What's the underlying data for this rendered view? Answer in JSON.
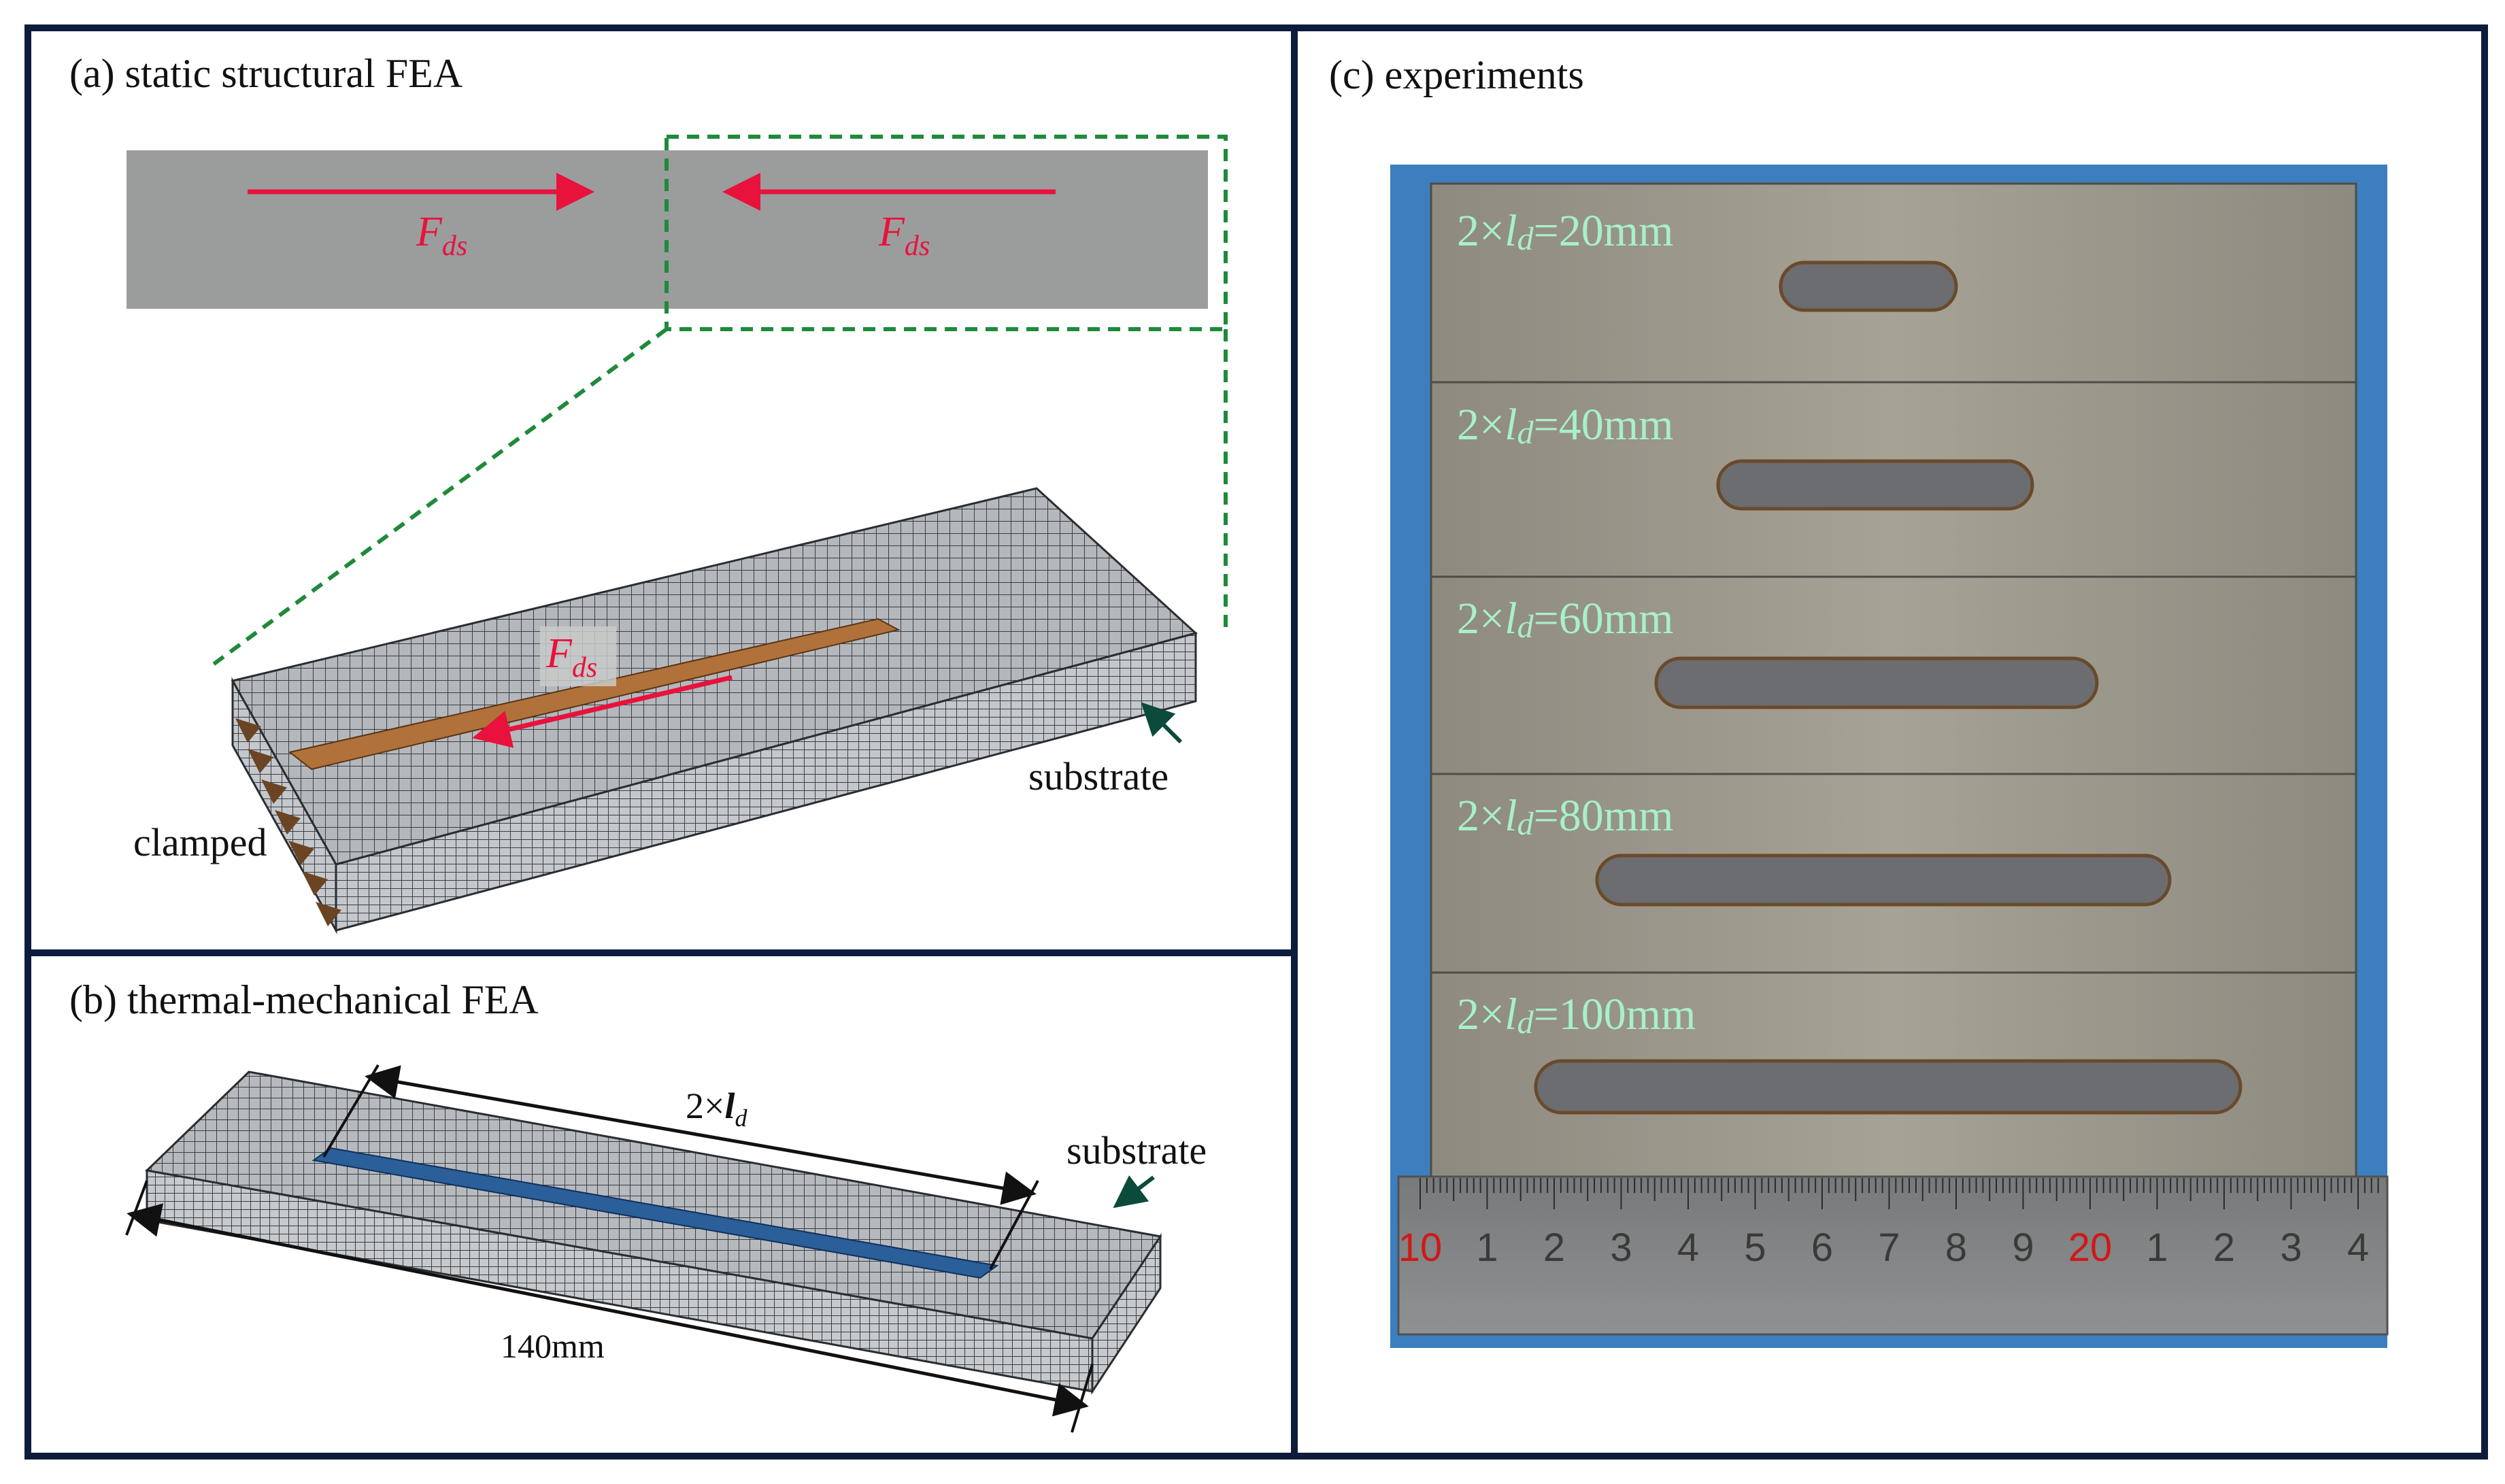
{
  "panel_a": {
    "caption": "(a) static structural FEA",
    "force_label_base": "F",
    "force_label_sub": "ds",
    "clamped_label": "clamped",
    "substrate_label": "substrate"
  },
  "panel_b": {
    "caption": "(b) thermal-mechanical FEA",
    "deposit_label_prefix": "2×",
    "deposit_label_var": "l",
    "deposit_label_sub": "d",
    "length_label": "140mm",
    "substrate_label": "substrate"
  },
  "panel_c": {
    "caption": "(c) experiments",
    "specimens": [
      {
        "prefix": "2×",
        "var": "l",
        "sub": "d",
        "value": "=20mm"
      },
      {
        "prefix": "2×",
        "var": "l",
        "sub": "d",
        "value": "=40mm"
      },
      {
        "prefix": "2×",
        "var": "l",
        "sub": "d",
        "value": "=60mm"
      },
      {
        "prefix": "2×",
        "var": "l",
        "sub": "d",
        "value": "=80mm"
      },
      {
        "prefix": "2×",
        "var": "l",
        "sub": "d",
        "value": "=100mm"
      }
    ],
    "ruler_labels": [
      "10",
      "1",
      "2",
      "3",
      "4",
      "5",
      "6",
      "7",
      "8",
      "9",
      "20",
      "1",
      "2",
      "3",
      "4"
    ]
  },
  "colors": {
    "frame": "#0d1b3d",
    "force_arrow": "#e8123c",
    "dashed_box": "#1f8a3a",
    "mesh_fill": "#a7acb3",
    "deposit_orange": "#b0723a",
    "deposit_blue": "#2a5f9a",
    "specimen_label": "#a8f0c8",
    "ruler_red": "#d01818"
  }
}
